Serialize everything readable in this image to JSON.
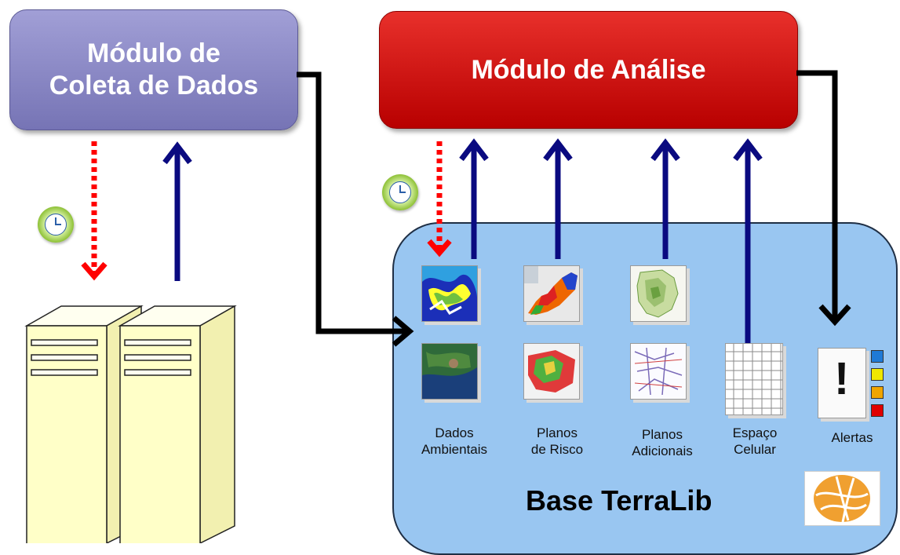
{
  "modules": {
    "collect": [
      "Módulo de",
      "Coleta de Dados"
    ],
    "analysis": "Módulo de Análise"
  },
  "base": {
    "title": "Base TerraLib",
    "layers": [
      {
        "line1": "Dados",
        "line2": "Ambientais"
      },
      {
        "line1": "Planos",
        "line2": "de Risco"
      },
      {
        "line1": "Planos",
        "line2": "Adicionais"
      },
      {
        "line1": "Espaço",
        "line2": "Celular"
      },
      {
        "line1": "Alertas",
        "line2": ""
      }
    ]
  },
  "colors": {
    "collect_module": "#8a88c8",
    "analysis_module": "#cc0000",
    "base_fill": "#99c6f1",
    "data_arrow": "#0a0a80",
    "schedule_arrow": "#ff0000",
    "flow_arrow": "#000000",
    "server": "#ffffc8",
    "alert_levels": [
      "#1f7ad6",
      "#f0e800",
      "#f0a500",
      "#e00000"
    ]
  },
  "icons": [
    "clock-icon",
    "server-icon",
    "alert-icon",
    "terralib-logo"
  ]
}
